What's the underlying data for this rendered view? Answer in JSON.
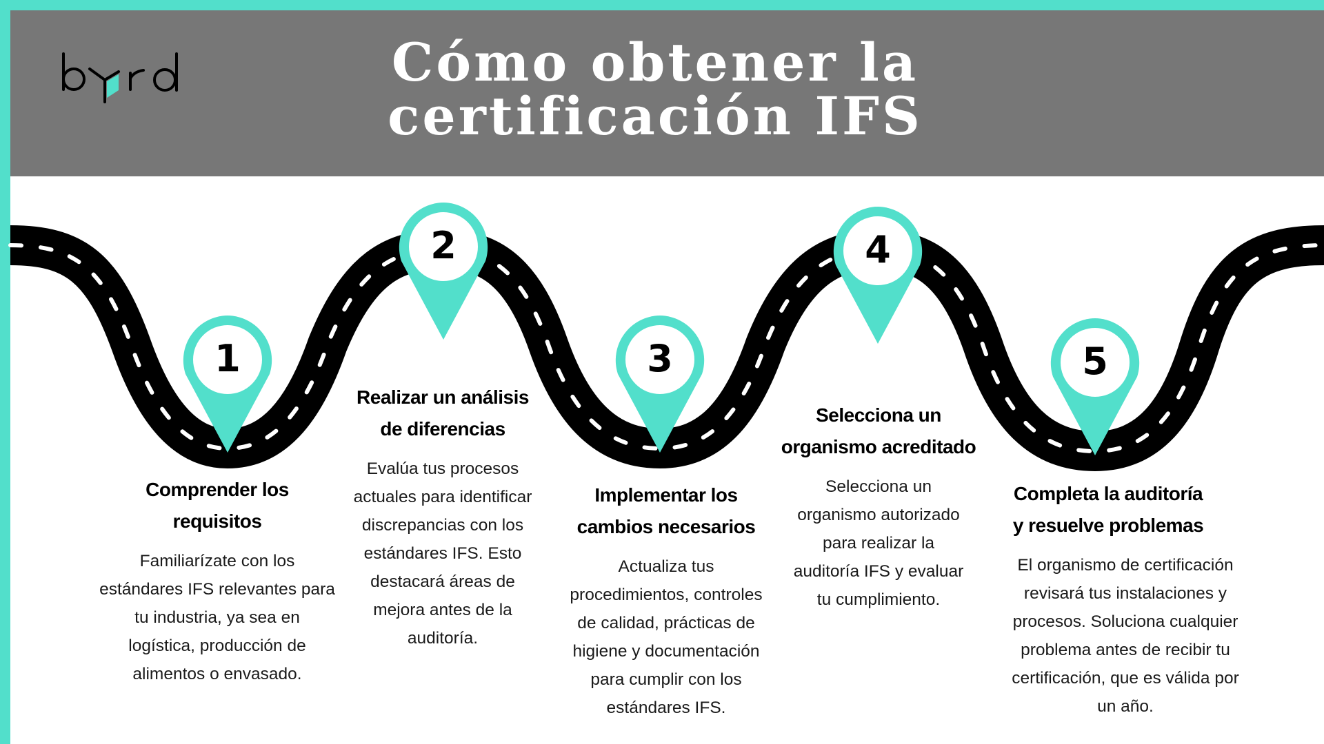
{
  "colors": {
    "accent": "#52DFCB",
    "header_bg": "#777777",
    "road": "#000000",
    "road_marking": "#ffffff",
    "title_text": "#ffffff",
    "body_text": "#1a1a1a"
  },
  "brand": {
    "logo_text": "byrd"
  },
  "header": {
    "title_line1": "Cómo obtener la",
    "title_line2": "certificación IFS"
  },
  "steps": [
    {
      "number": "1",
      "title_line1": "Comprender los",
      "title_line2": "requisitos",
      "body_lines": [
        "Familiarízate con los",
        "estándares IFS relevantes para",
        "tu industria, ya sea en",
        "logística, producción de",
        "alimentos o envasado."
      ]
    },
    {
      "number": "2",
      "title_line1": "Realizar un análisis",
      "title_line2": "de diferencias",
      "body_lines": [
        "Evalúa tus procesos",
        "actuales para identificar",
        "discrepancias con los",
        "estándares IFS. Esto",
        "destacará áreas de",
        "mejora antes de la",
        "auditoría."
      ]
    },
    {
      "number": "3",
      "title_line1": "Implementar los",
      "title_line2": "cambios necesarios",
      "body_lines": [
        "Actualiza tus",
        "procedimientos, controles",
        "de calidad, prácticas de",
        "higiene y documentación",
        "para cumplir con los",
        "estándares IFS."
      ]
    },
    {
      "number": "4",
      "title_line1": "Selecciona un",
      "title_line2": "organismo acreditado",
      "body_lines": [
        "Selecciona un",
        "organismo autorizado",
        "para realizar la",
        "auditoría IFS y evaluar",
        "tu cumplimiento."
      ]
    },
    {
      "number": "5",
      "title_line1": "Completa la auditoría",
      "title_line2": "y resuelve problemas",
      "body_lines": [
        "El organismo de certificación",
        "revisará tus instalaciones y",
        "procesos. Soluciona cualquier",
        "problema antes de recibir tu",
        "certificación, que es válida por",
        "un año."
      ]
    }
  ]
}
